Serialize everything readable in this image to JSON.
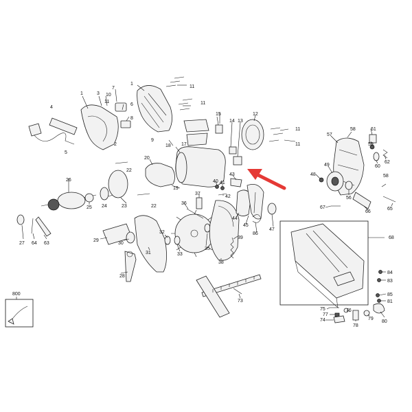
{
  "diagram": {
    "arrow_color": "#e53935",
    "labels": [
      {
        "id": "p1a",
        "text": "1"
      },
      {
        "id": "p1b",
        "text": "1"
      },
      {
        "id": "p2",
        "text": "2"
      },
      {
        "id": "p3",
        "text": "3"
      },
      {
        "id": "p4",
        "text": "4"
      },
      {
        "id": "p5",
        "text": "5"
      },
      {
        "id": "p6",
        "text": "6"
      },
      {
        "id": "p7",
        "text": "7"
      },
      {
        "id": "p8",
        "text": "8"
      },
      {
        "id": "p9",
        "text": "9"
      },
      {
        "id": "p10",
        "text": "10"
      },
      {
        "id": "p11a",
        "text": "11"
      },
      {
        "id": "p11b",
        "text": "11"
      },
      {
        "id": "p11c",
        "text": "11"
      },
      {
        "id": "p11d",
        "text": "11"
      },
      {
        "id": "p11e",
        "text": "11"
      },
      {
        "id": "p12",
        "text": "12"
      },
      {
        "id": "p13",
        "text": "13"
      },
      {
        "id": "p14",
        "text": "14"
      },
      {
        "id": "p15",
        "text": "15"
      },
      {
        "id": "p17",
        "text": "17"
      },
      {
        "id": "p18",
        "text": "18"
      },
      {
        "id": "p19",
        "text": "19"
      },
      {
        "id": "p20",
        "text": "20"
      },
      {
        "id": "p22a",
        "text": "22"
      },
      {
        "id": "p22b",
        "text": "22"
      },
      {
        "id": "p23",
        "text": "23"
      },
      {
        "id": "p24",
        "text": "24"
      },
      {
        "id": "p25",
        "text": "25"
      },
      {
        "id": "p26",
        "text": "26"
      },
      {
        "id": "p27",
        "text": "27"
      },
      {
        "id": "p28",
        "text": "28"
      },
      {
        "id": "p29",
        "text": "29"
      },
      {
        "id": "p30",
        "text": "30"
      },
      {
        "id": "p31",
        "text": "31"
      },
      {
        "id": "p32",
        "text": "32"
      },
      {
        "id": "p33",
        "text": "33"
      },
      {
        "id": "p35",
        "text": "35"
      },
      {
        "id": "p36",
        "text": "36"
      },
      {
        "id": "p37",
        "text": "37"
      },
      {
        "id": "p38",
        "text": "38"
      },
      {
        "id": "p39",
        "text": "39"
      },
      {
        "id": "p40",
        "text": "40"
      },
      {
        "id": "p41",
        "text": "41"
      },
      {
        "id": "p42",
        "text": "42"
      },
      {
        "id": "p43",
        "text": "43"
      },
      {
        "id": "p44",
        "text": "44"
      },
      {
        "id": "p45",
        "text": "45"
      },
      {
        "id": "p47",
        "text": "47"
      },
      {
        "id": "p48",
        "text": "48"
      },
      {
        "id": "p49",
        "text": "49"
      },
      {
        "id": "p56",
        "text": "56"
      },
      {
        "id": "p57",
        "text": "57"
      },
      {
        "id": "p58a",
        "text": "58"
      },
      {
        "id": "p58b",
        "text": "58"
      },
      {
        "id": "p59",
        "text": "59"
      },
      {
        "id": "p60",
        "text": "60"
      },
      {
        "id": "p61",
        "text": "61"
      },
      {
        "id": "p62",
        "text": "62"
      },
      {
        "id": "p63",
        "text": "63"
      },
      {
        "id": "p64",
        "text": "64"
      },
      {
        "id": "p65",
        "text": "65"
      },
      {
        "id": "p66",
        "text": "66"
      },
      {
        "id": "p67",
        "text": "67"
      },
      {
        "id": "p68",
        "text": "68"
      },
      {
        "id": "p73",
        "text": "73"
      },
      {
        "id": "p74",
        "text": "74"
      },
      {
        "id": "p75",
        "text": "75"
      },
      {
        "id": "p76",
        "text": "76"
      },
      {
        "id": "p77",
        "text": "77"
      },
      {
        "id": "p78",
        "text": "78"
      },
      {
        "id": "p79",
        "text": "79"
      },
      {
        "id": "p80",
        "text": "80"
      },
      {
        "id": "p81",
        "text": "81"
      },
      {
        "id": "p83",
        "text": "83"
      },
      {
        "id": "p84",
        "text": "84"
      },
      {
        "id": "p85",
        "text": "85"
      },
      {
        "id": "p86",
        "text": "86"
      },
      {
        "id": "p800",
        "text": "800"
      }
    ]
  }
}
